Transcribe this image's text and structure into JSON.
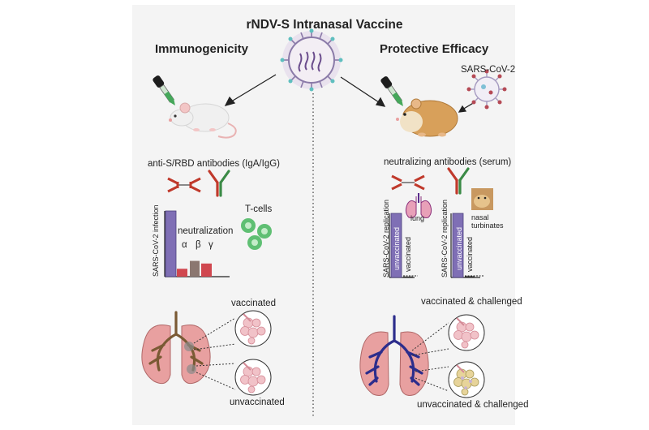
{
  "title": "rNDV-S Intranasal Vaccine",
  "left": {
    "heading": "Immunogenicity",
    "antibodies_label": "anti-S/RBD antibodies (IgA/IgG)",
    "tcells_label": "T-cells",
    "chart_ylabel": "SARS-CoV-2 infection",
    "chart_annotation": "neutralization",
    "variants": [
      "α",
      "β",
      "γ"
    ],
    "lung_top_label": "vaccinated",
    "lung_bottom_label": "unvaccinated"
  },
  "right": {
    "heading": "Protective Efficacy",
    "virus_label": "SARS-CoV-2",
    "antibodies_label": "neutralizing antibodies (serum)",
    "chart1_ylabel": "SARS-CoV-2 replication",
    "chart1_organ": "lung",
    "chart2_ylabel": "SARS-CoV-2 replication",
    "chart2_organ": "nasal turbinates",
    "bar_unvaccinated": "unvaccinated",
    "bar_vaccinated": "vaccinated",
    "lung_top_label": "vaccinated & challenged",
    "lung_bottom_label": "unvaccinated & challenged"
  },
  "colors": {
    "purple_bar": "#7f6fb5",
    "red_bar": "#d0474f",
    "grey_bar": "#8b7770",
    "antibody_red": "#c0392b",
    "antibody_green": "#3b8a46",
    "tcell_green": "#5fbf73",
    "lung_pink": "#e8a0a0",
    "lung_brown_airway": "#7a5a34",
    "lung_blue_airway": "#2c2d8c",
    "hamster": "#d8a05a"
  },
  "chart_data": [
    {
      "type": "bar",
      "title": "",
      "ylabel": "SARS-CoV-2 infection",
      "annotation": "neutralization",
      "categories": [
        "",
        "α",
        "β",
        "γ"
      ],
      "values": [
        100,
        12,
        24,
        20
      ],
      "ylim": [
        0,
        100
      ]
    },
    {
      "type": "bar",
      "title": "lung",
      "ylabel": "SARS-CoV-2 replication",
      "categories": [
        "unvaccinated",
        "vaccinated"
      ],
      "values": [
        100,
        1
      ],
      "ylim": [
        0,
        100
      ]
    },
    {
      "type": "bar",
      "title": "nasal turbinates",
      "ylabel": "SARS-CoV-2 replication",
      "categories": [
        "unvaccinated",
        "vaccinated"
      ],
      "values": [
        100,
        2
      ],
      "ylim": [
        0,
        100
      ]
    }
  ]
}
